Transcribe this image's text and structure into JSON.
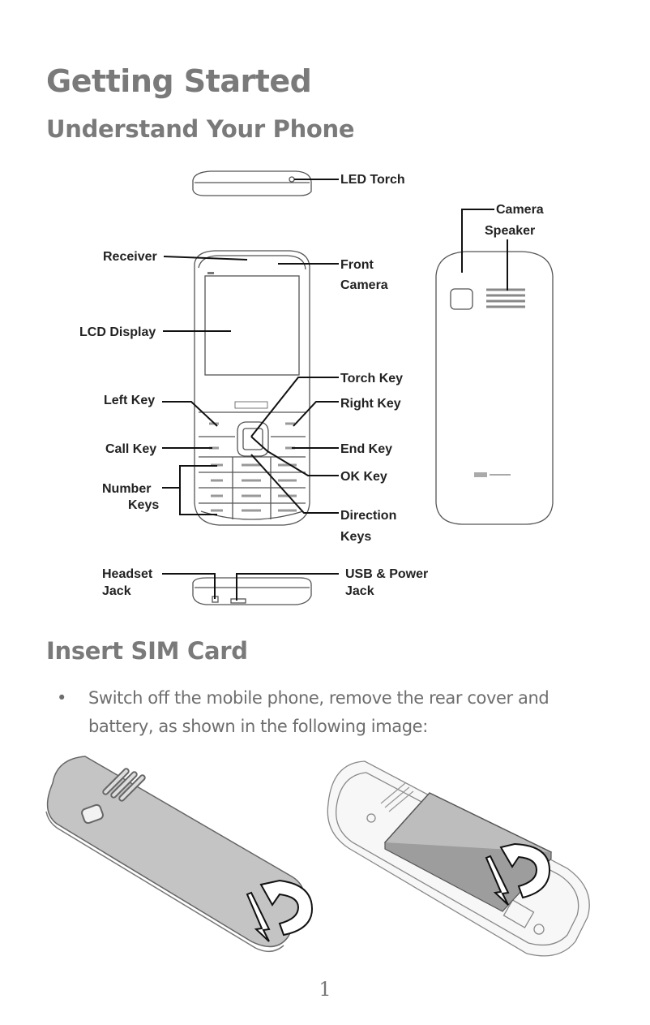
{
  "page": {
    "title": "Getting Started",
    "section1_heading": "Understand Your Phone",
    "section2_heading": "Insert SIM Card",
    "page_number": "1"
  },
  "diagram": {
    "labels": {
      "led_torch": "LED Torch",
      "camera": "Camera",
      "speaker": "Speaker",
      "receiver": "Receiver",
      "front": "Front",
      "camera2": "Camera",
      "lcd_display": "LCD Display",
      "torch_key": "Torch Key",
      "left_key": "Left Key",
      "right_key": "Right Key",
      "call_key": "Call Key",
      "end_key": "End Key",
      "ok_key": "OK Key",
      "number": "Number",
      "keys": "Keys",
      "direction": "Direction",
      "direction_keys": "Keys",
      "headset": "Headset",
      "headset_jack": "Jack",
      "usb_power": "USB & Power",
      "usb_jack": "Jack"
    }
  },
  "instructions": {
    "bullet_symbol": "•",
    "items": [
      "Switch off the mobile phone, remove the rear cover and battery, as shown in the following image:"
    ]
  }
}
